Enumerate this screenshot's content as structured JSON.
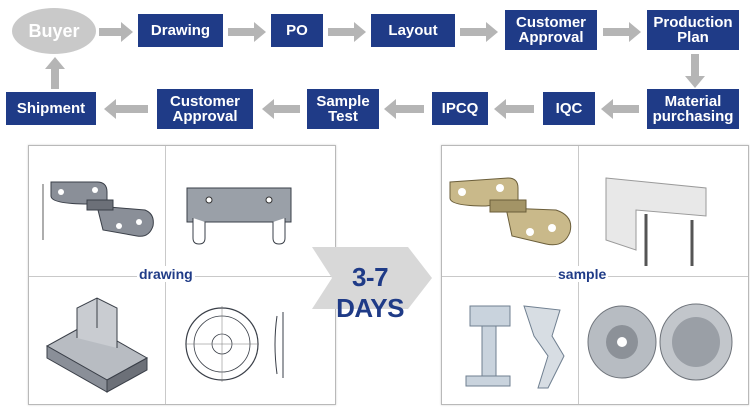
{
  "flow": {
    "buyer": "Buyer",
    "drawing": "Drawing",
    "po": "PO",
    "layout": "Layout",
    "customer_approval_top": "Customer Approval",
    "production_plan": "Production Plan",
    "material_purchasing": "Material purchasing",
    "iqc": "IQC",
    "ipcq": "IPCQ",
    "sample_test": "Sample Test",
    "customer_approval_bottom": "Customer Approval",
    "shipment": "Shipment"
  },
  "panels": {
    "left_caption": "drawing",
    "right_caption": "sample",
    "days_label": "3-7 DAYS"
  },
  "colors": {
    "box_blue": "#1f3b87",
    "arrow_gray": "#b5b5b5",
    "buyer_gray": "#c9c9c9"
  }
}
